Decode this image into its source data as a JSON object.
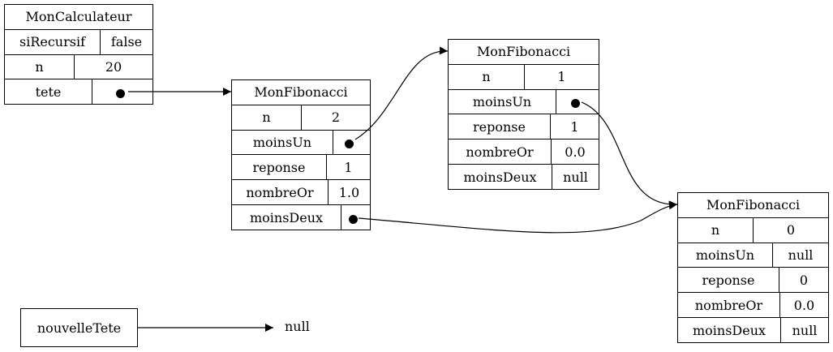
{
  "records": {
    "calc": {
      "title": "MonCalculateur",
      "fields": [
        {
          "key": "siRecursif",
          "value": "false"
        },
        {
          "key": "n",
          "value": "20"
        },
        {
          "key": "tete",
          "value": null,
          "pointer": true
        }
      ]
    },
    "fib2": {
      "title": "MonFibonacci",
      "fields": [
        {
          "key": "n",
          "value": "2"
        },
        {
          "key": "moinsUn",
          "value": null,
          "pointer": true
        },
        {
          "key": "reponse",
          "value": "1"
        },
        {
          "key": "nombreOr",
          "value": "1.0"
        },
        {
          "key": "moinsDeux",
          "value": null,
          "pointer": true
        }
      ]
    },
    "fib1": {
      "title": "MonFibonacci",
      "fields": [
        {
          "key": "n",
          "value": "1"
        },
        {
          "key": "moinsUn",
          "value": null,
          "pointer": true
        },
        {
          "key": "reponse",
          "value": "1"
        },
        {
          "key": "nombreOr",
          "value": "0.0"
        },
        {
          "key": "moinsDeux",
          "value": "null"
        }
      ]
    },
    "fib0": {
      "title": "MonFibonacci",
      "fields": [
        {
          "key": "n",
          "value": "0"
        },
        {
          "key": "moinsUn",
          "value": "null"
        },
        {
          "key": "reponse",
          "value": "0"
        },
        {
          "key": "nombreOr",
          "value": "0.0"
        },
        {
          "key": "moinsDeux",
          "value": "null"
        }
      ]
    }
  },
  "variable": {
    "name": "nouvelleTete",
    "target": "null"
  },
  "edges": [
    {
      "from": "calc.tete",
      "to": "fib2"
    },
    {
      "from": "fib2.moinsUn",
      "to": "fib1"
    },
    {
      "from": "fib1.moinsUn",
      "to": "fib0"
    },
    {
      "from": "fib2.moinsDeux",
      "to": "fib0"
    },
    {
      "from": "nouvelleTete",
      "to": "null"
    }
  ],
  "colors": {
    "line": "#000000",
    "fill": "#ffffff"
  }
}
